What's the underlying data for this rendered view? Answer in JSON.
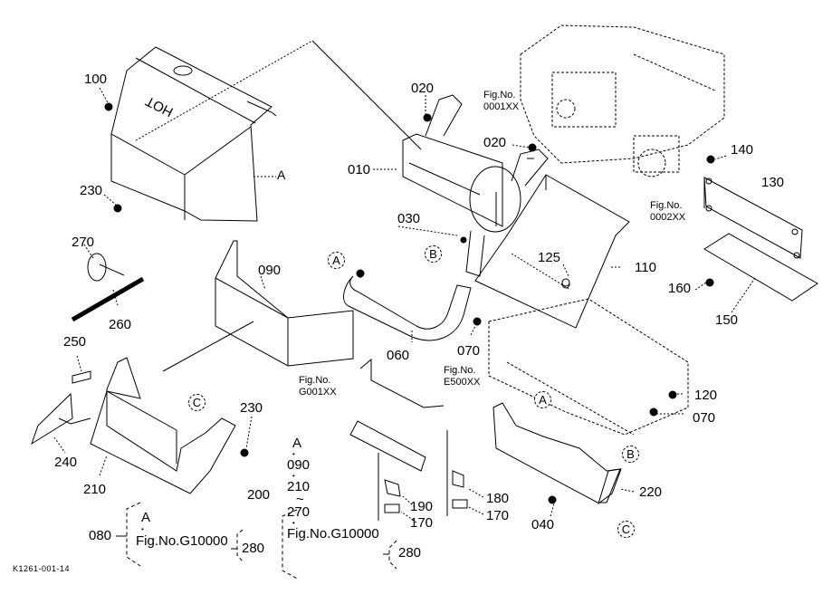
{
  "drawing": {
    "code": "K1261-001-14",
    "cover_marking": "HOT",
    "part_labels": [
      {
        "id": "p100",
        "text": "100"
      },
      {
        "id": "p230a",
        "text": "230"
      },
      {
        "id": "p020a",
        "text": "020"
      },
      {
        "id": "p020b",
        "text": "020"
      },
      {
        "id": "p010",
        "text": "010"
      },
      {
        "id": "p030",
        "text": "030"
      },
      {
        "id": "p140",
        "text": "140"
      },
      {
        "id": "p130",
        "text": "130"
      },
      {
        "id": "p110",
        "text": "110"
      },
      {
        "id": "p125",
        "text": "125"
      },
      {
        "id": "p160",
        "text": "160"
      },
      {
        "id": "p150",
        "text": "150"
      },
      {
        "id": "p270",
        "text": "270"
      },
      {
        "id": "p260",
        "text": "260"
      },
      {
        "id": "p090",
        "text": "090"
      },
      {
        "id": "p250",
        "text": "250"
      },
      {
        "id": "p060",
        "text": "060"
      },
      {
        "id": "p070a",
        "text": "070"
      },
      {
        "id": "p120",
        "text": "120"
      },
      {
        "id": "p070b",
        "text": "070"
      },
      {
        "id": "p230b",
        "text": "230"
      },
      {
        "id": "p240",
        "text": "240"
      },
      {
        "id": "p210",
        "text": "210"
      },
      {
        "id": "p190",
        "text": "190"
      },
      {
        "id": "p170a",
        "text": "170"
      },
      {
        "id": "p180",
        "text": "180"
      },
      {
        "id": "p170b",
        "text": "170"
      },
      {
        "id": "p220",
        "text": "220"
      },
      {
        "id": "p040",
        "text": "040"
      },
      {
        "id": "p200",
        "text": "200"
      },
      {
        "id": "p080",
        "text": "080"
      }
    ],
    "figure_refs": [
      {
        "id": "f0001",
        "line1": "Fig.No.",
        "line2": "0001XX"
      },
      {
        "id": "f0002",
        "line1": "Fig.No.",
        "line2": "0002XX"
      },
      {
        "id": "fE500",
        "line1": "Fig.No.",
        "line2": "E500XX"
      },
      {
        "id": "fG001",
        "line1": "Fig.No.",
        "line2": "G001XX"
      }
    ],
    "reference_marks": [
      {
        "id": "mA1",
        "text": "A"
      },
      {
        "id": "mA2",
        "text": "A"
      },
      {
        "id": "mB1",
        "text": "B"
      },
      {
        "id": "mB2",
        "text": "B"
      },
      {
        "id": "mC1",
        "text": "C"
      },
      {
        "id": "mC2",
        "text": "C"
      },
      {
        "id": "mA3",
        "text": "A"
      }
    ],
    "assembly_080": {
      "label": "080",
      "items": [
        "A"
      ],
      "figure": "Fig.No.G10000",
      "sub_label": "280"
    },
    "assembly_200": {
      "label": "200",
      "items": [
        "A",
        "090",
        "210",
        "~",
        "270"
      ],
      "figure": "Fig.No.G10000",
      "sub_label": "280"
    }
  }
}
